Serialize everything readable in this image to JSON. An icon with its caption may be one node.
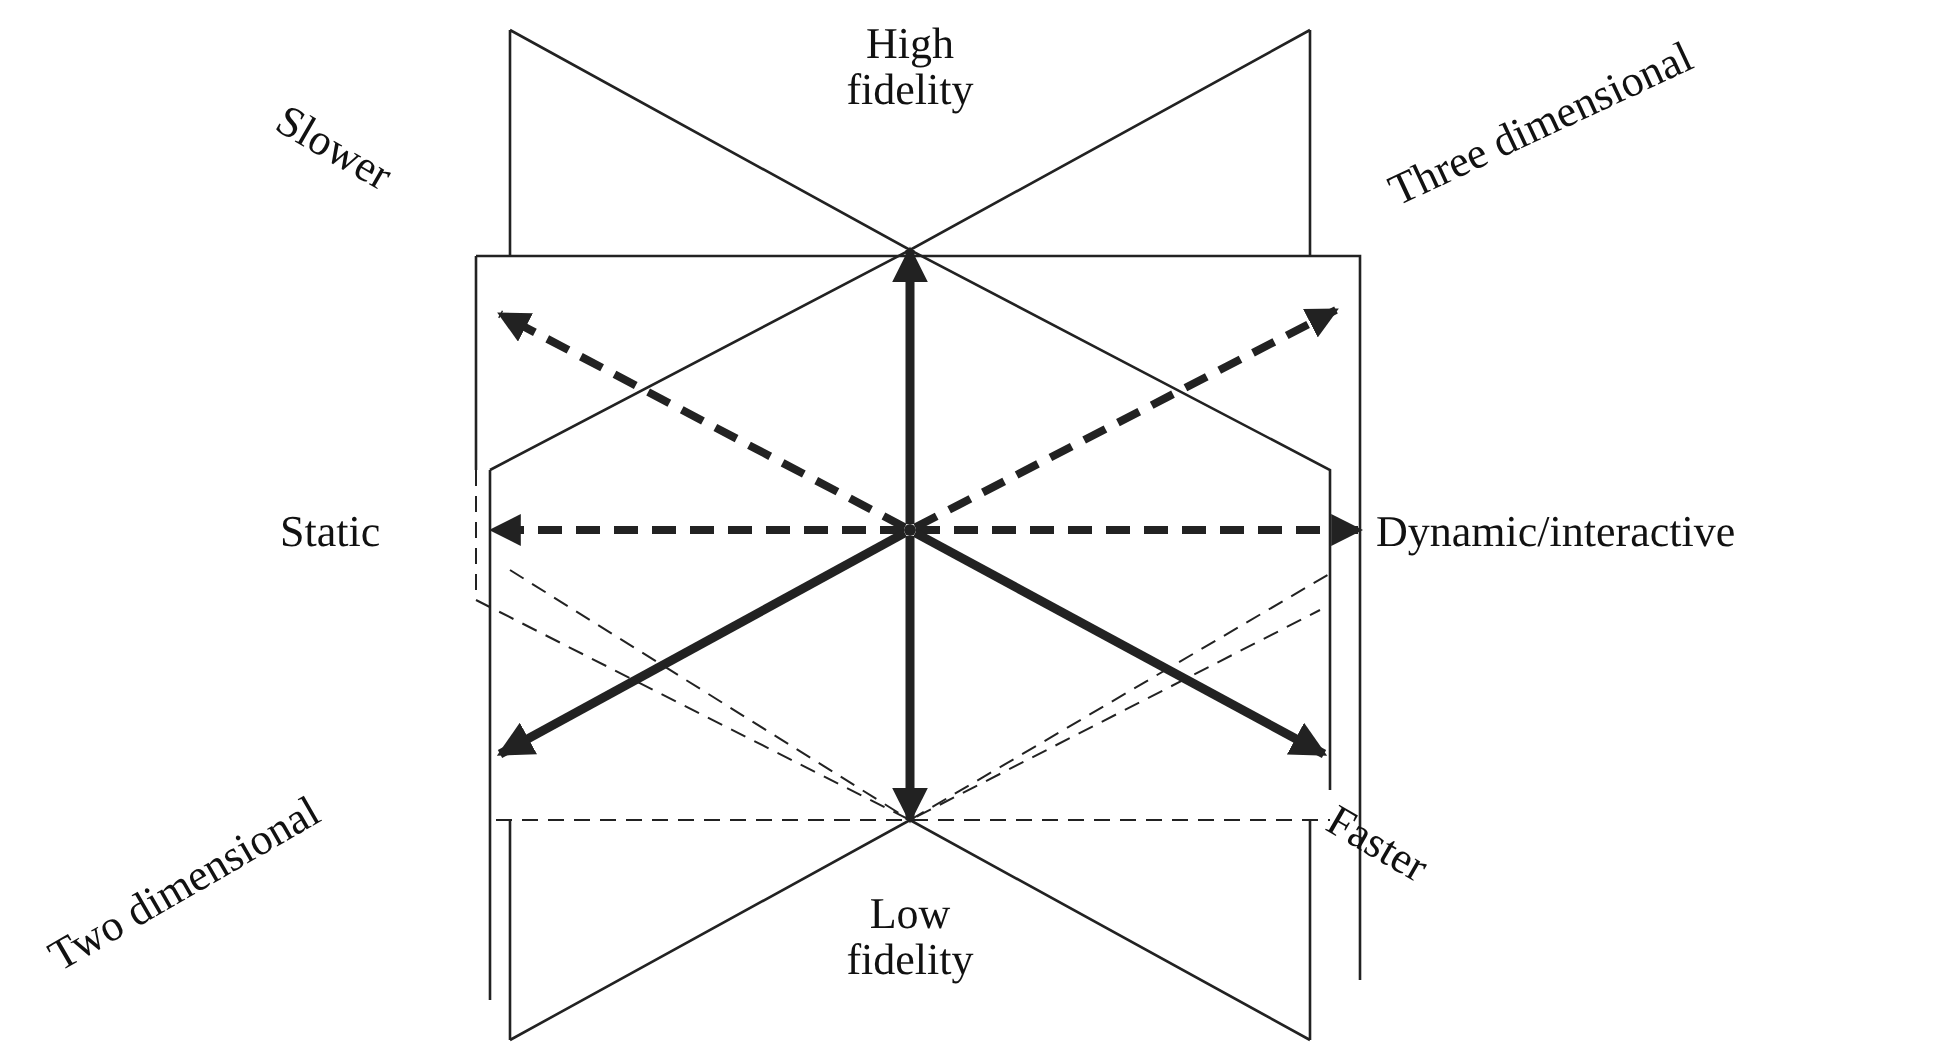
{
  "diagram": {
    "nodes": [
      {
        "text": [],
        "shape": "circle"
      },
      {
        "text": [
          "High fidelity"
        ]
      },
      {
        "text": [
          "Slower"
        ]
      },
      {
        "text": [
          "Three dimensional"
        ]
      },
      {
        "text": [
          "Static"
        ]
      },
      {
        "text": [
          "Dynamic/interactive"
        ]
      },
      {
        "text": [
          "Two dimensional"
        ]
      },
      {
        "text": [
          "Faster"
        ]
      },
      {
        "text": [
          "Low fidelity"
        ]
      }
    ],
    "edges": [
      {
        "from": 0,
        "to": 1,
        "arrow": "to"
      },
      {
        "from": 0,
        "to": 2,
        "arrow": "to",
        "style": "dashed"
      },
      {
        "from": 0,
        "to": 3,
        "arrow": "to",
        "style": "dashed"
      },
      {
        "from": 0,
        "to": 4,
        "arrow": "to",
        "style": "dashed"
      },
      {
        "from": 0,
        "to": 5,
        "arrow": "to",
        "style": "dashed"
      },
      {
        "from": 0,
        "to": 6,
        "arrow": "to"
      },
      {
        "from": 0,
        "to": 7,
        "arrow": "to"
      },
      {
        "from": 0,
        "to": 8,
        "arrow": "to"
      }
    ]
  }
}
